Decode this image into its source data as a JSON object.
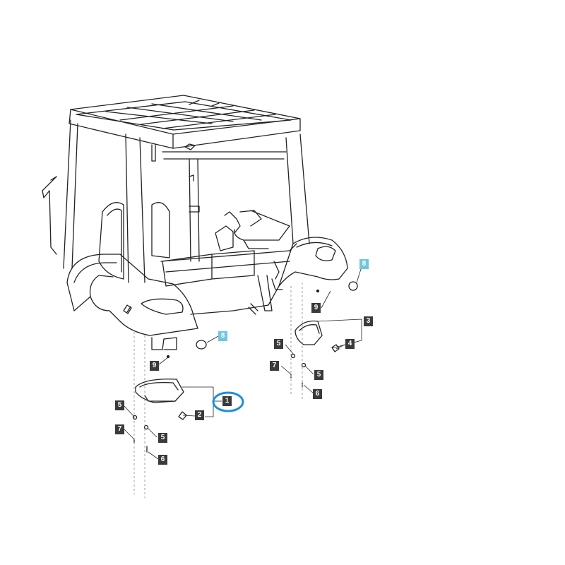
{
  "diagram": {
    "callouts": [
      {
        "label": "8",
        "variant": "highlight"
      },
      {
        "label": "8",
        "variant": "highlight"
      },
      {
        "label": "9",
        "variant": "normal"
      },
      {
        "label": "9",
        "variant": "normal"
      },
      {
        "label": "3",
        "variant": "normal"
      },
      {
        "label": "4",
        "variant": "normal"
      },
      {
        "label": "5",
        "variant": "normal"
      },
      {
        "label": "7",
        "variant": "normal"
      },
      {
        "label": "5",
        "variant": "normal"
      },
      {
        "label": "6",
        "variant": "normal"
      },
      {
        "label": "1",
        "variant": "normal",
        "circled": true
      },
      {
        "label": "2",
        "variant": "normal"
      },
      {
        "label": "5",
        "variant": "normal"
      },
      {
        "label": "7",
        "variant": "normal"
      },
      {
        "label": "5",
        "variant": "normal"
      },
      {
        "label": "6",
        "variant": "normal"
      }
    ]
  },
  "colors": {
    "callout_dark": "#3a3a3a",
    "callout_highlight": "#6fc7dc",
    "callout_text_dark": "#ffffff",
    "callout_text_highlight": "#ffffff",
    "ring": "#1e8fd6",
    "line": "#222222"
  }
}
